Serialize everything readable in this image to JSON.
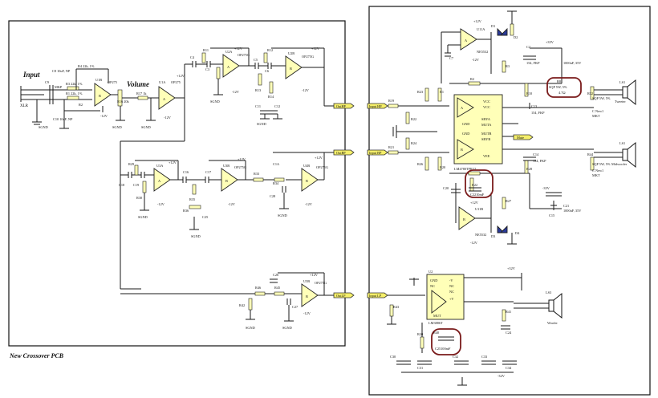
{
  "diagram": {
    "title": "New Crossover PCB",
    "input_label": "Input",
    "volume_label": "Volume",
    "input_connector": "XLR",
    "nets": {
      "out_hp": "OutHP",
      "out_bp": "OutBP",
      "out_lp": "OutLP",
      "in_hp": "Input HP",
      "in_bp": "Input BP",
      "in_lp": "Input LP",
      "mute": "Mute"
    },
    "opamps": {
      "u1a": "U1A",
      "u1b": "U1B",
      "u2a": "U2A",
      "u2b": "U2B",
      "u3a": "U3A",
      "u3b": "U3B",
      "u4a": "U4A",
      "u4b": "U4B",
      "u5b": "U5B",
      "u11a": "U11A",
      "u11b": "U11B",
      "model_op275": "OP275",
      "model_op275g": "OP275G",
      "model_ne5532": "NE5532"
    },
    "chips": {
      "lm4780_name": "LM4780TF",
      "lm3886_name": "LM3886T",
      "lm3886_ref": "U2"
    },
    "speakers": {
      "ls1": "LS1",
      "tweeter": "Tweeter",
      "ls1b": "LS1",
      "midwoofer": "Midwoofer",
      "ls3": "LS3",
      "woofer": "Woofer"
    },
    "highlighted": {
      "r8": "R8",
      "r8_value": "SQP 5W, 5%",
      "r8_ohm": "4.7Ω",
      "r22": "R22",
      "c_mute": "C2210mF",
      "r40": "R40",
      "c_mute2": "C25100mF"
    },
    "components": {
      "c8": "C8 10uF, NP",
      "c9": "C9",
      "c10": "C10 10uF, NP",
      "r4": "R4 22k, 1%",
      "r3": "R3 22k, 1%",
      "r1": "R1 22k, 1%",
      "r2": "R2",
      "mkp": "MKP",
      "r18": "R18",
      "r16": "R16 20k",
      "r17": "R17 1k",
      "c4": "C4",
      "c3": "C3",
      "c5": "C5",
      "c6": "C6",
      "r11": "R11",
      "r12": "R12",
      "r13": "R13",
      "r14": "R14",
      "c11": "C11",
      "c12": "C12",
      "r29": "R29",
      "r30": "R30",
      "c18": "C18",
      "c19": "C19",
      "c16": "C16",
      "c17": "C17",
      "r35": "R35",
      "r36": "R36",
      "c25": "C25",
      "r33": "R33",
      "c1a": "C1A",
      "r34": "R34",
      "c28": "C28",
      "c26": "C26",
      "r46": "R46",
      "r45": "R45",
      "r42": "R42",
      "c27": "C27",
      "r19": "R19",
      "r22b": "R22",
      "r21": "R21",
      "r23": "R23",
      "r24": "R24",
      "r1b": "R1",
      "r10": "R10",
      "r3b": "R3",
      "c2": "C2",
      "c13": "C13",
      "c14": "C14",
      "c20": "C20",
      "c21": "C21",
      "c22": "C22",
      "r20": "R20",
      "r26": "R26",
      "r43": "R43",
      "r41": "R41",
      "c24": "C24",
      "c30": "C30",
      "c31": "C31",
      "c32": "C32",
      "c33": "C33",
      "c34": "C34",
      "r44": "R44",
      "r27": "R27",
      "r28": "R28",
      "r32": "R32",
      "c15": "C15",
      "c7": "C7",
      "d1": "D1",
      "d2": "D2",
      "d3": "D3",
      "d4": "D4",
      "cap_1000uf": "1000uF, 35V",
      "cap_154p": "154, FKP",
      "res_sqp": "SQP 5W, 5%",
      "mkt": "MKT",
      "r_neu": "C New1"
    },
    "rails": {
      "p12": "+12V",
      "n12": "-12V",
      "p12b": "+12V",
      "n12b": "-12V",
      "p32": "+32V",
      "n32": "-32V",
      "p35": "+35V",
      "n35": "-35V",
      "sgnd": "SGND"
    },
    "pins": {
      "vcc": "VCC",
      "gnd": "GND",
      "muta": "MUTA",
      "mutb": "MUTB",
      "sbya": "SBYA",
      "sbyb": "SBYB",
      "vee": "VEE",
      "nc": "NC",
      "mut": "MUT",
      "p_v": "+V",
      "n_v": "-V"
    }
  }
}
